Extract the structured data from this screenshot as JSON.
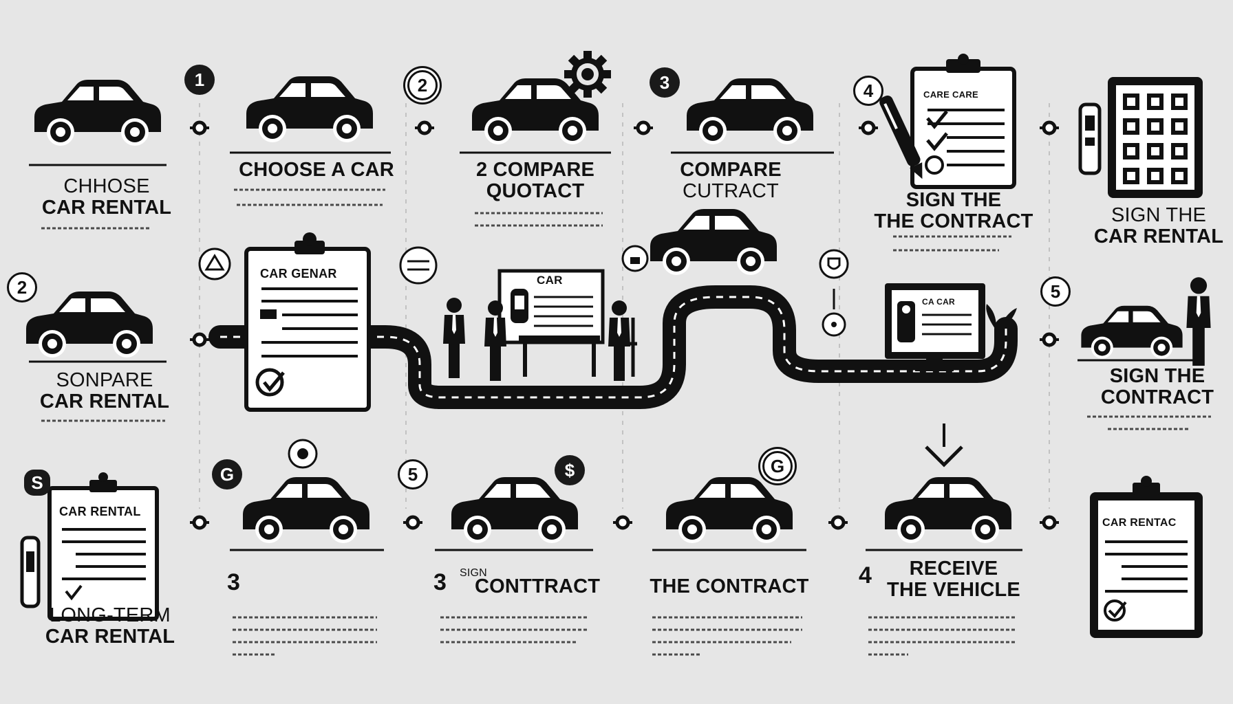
{
  "labels": {
    "choose_car_rental": [
      "CHHOSE",
      "CAR RENTAL"
    ],
    "choose_a_car": "CHOOSE A CAR",
    "compare_quotact": [
      "2 COMPARE",
      "QUOTACT"
    ],
    "compare_cutract": [
      "COMPARE",
      "CUTRACT"
    ],
    "sign_the_contract_top": [
      "SIGN THE",
      "THE CONTRACT"
    ],
    "sign_the_car_rental": [
      "SIGN THE",
      "CAR RENTAL"
    ],
    "sonpare_car_rental": [
      "SONPARE",
      "CAR RENTAL"
    ],
    "sign_the_contract_right": [
      "SIGN THE",
      "CONTRACT"
    ],
    "long_term_car_rental": [
      "LONG-TERM",
      "CAR RENTAL"
    ],
    "step3_number": "3",
    "sign_contract_small": "SIGN",
    "sign_contract_big": "CONTTRACT",
    "sign_contract_number": "3",
    "the_contract": "THE CONTRACT",
    "receive_vehicle_number": "4",
    "receive_vehicle": [
      "RECEIVE",
      "THE VEHICLE"
    ]
  },
  "numbers": {
    "n1": "1",
    "n2_top": "2",
    "n3_top": "3",
    "n4_top": "4",
    "n2_left": "2",
    "n5_left": "S",
    "n5_right": "5",
    "n_bottom_1": "G",
    "n_bottom_2": "5",
    "dollar": "$",
    "n_bottom_4": "G"
  },
  "documents": {
    "care_doc": "CARE CARE",
    "car_genar": "CAR GENAR",
    "car_board": "CAR",
    "monitor": "CA CAR",
    "car_rental_left": "CAR RENTAL",
    "car_rentac_right": "CAR RENTAC"
  },
  "colors": {
    "background": "#e6e6e6",
    "ink": "#111111",
    "paper": "#ffffff"
  }
}
